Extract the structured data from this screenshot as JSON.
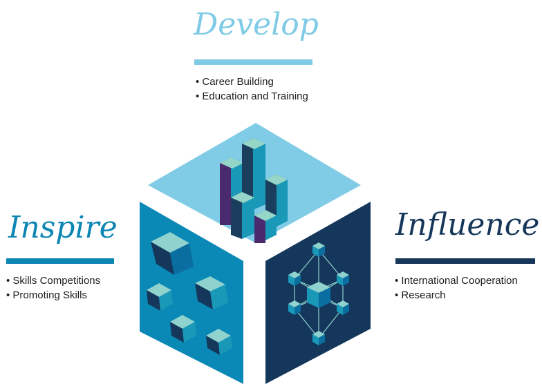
{
  "colors": {
    "develop_accent": "#7fcbe6",
    "inspire_accent": "#0e86b4",
    "influence_accent": "#16375a",
    "top_face": "#80cce6",
    "left_face": "#0a88b6",
    "right_face": "#14375b",
    "bar_teal": "#1a98b8",
    "bar_dark": "#1c3e5e",
    "bar_purple": "#4a2a6e",
    "bar_cap": "#96d6c8"
  },
  "develop": {
    "title": "Develop",
    "items": [
      "Career Building",
      "Education and Training"
    ]
  },
  "inspire": {
    "title": "Inspire",
    "items": [
      "Skills Competitions",
      "Promoting Skills"
    ]
  },
  "influence": {
    "title": "Influence",
    "items": [
      "International Cooperation",
      "Research"
    ]
  },
  "icons": {
    "top": "bar-chart-icon",
    "left": "scattered-cubes-icon",
    "right": "molecule-network-icon"
  }
}
